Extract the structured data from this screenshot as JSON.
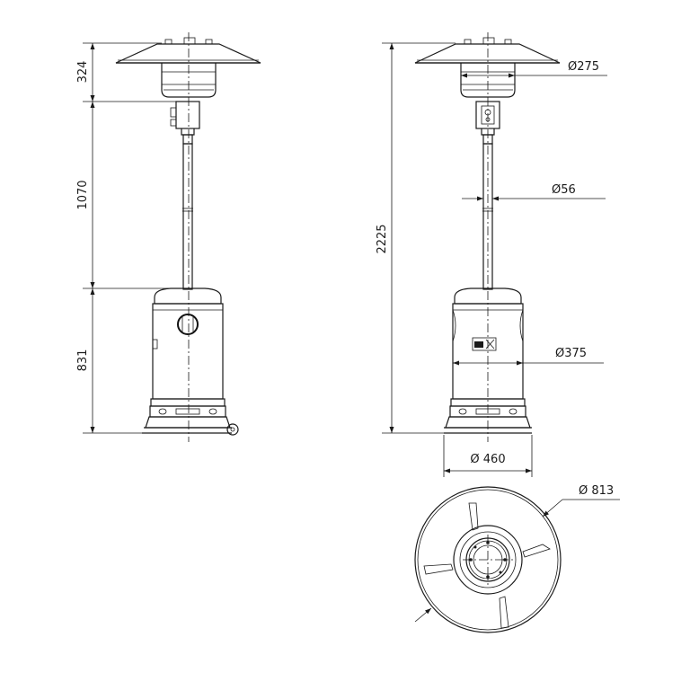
{
  "dimensions": {
    "head_height": "324",
    "pole_height": "1070",
    "base_height": "831",
    "total_height": "2225",
    "reflector_diameter": "Ø275",
    "pole_diameter": "Ø56",
    "body_diameter": "Ø375",
    "base_diameter": "Ø 460",
    "reflector_top_diameter": "Ø 813"
  },
  "colors": {
    "line": "#1a1a1a",
    "background": "#ffffff"
  }
}
